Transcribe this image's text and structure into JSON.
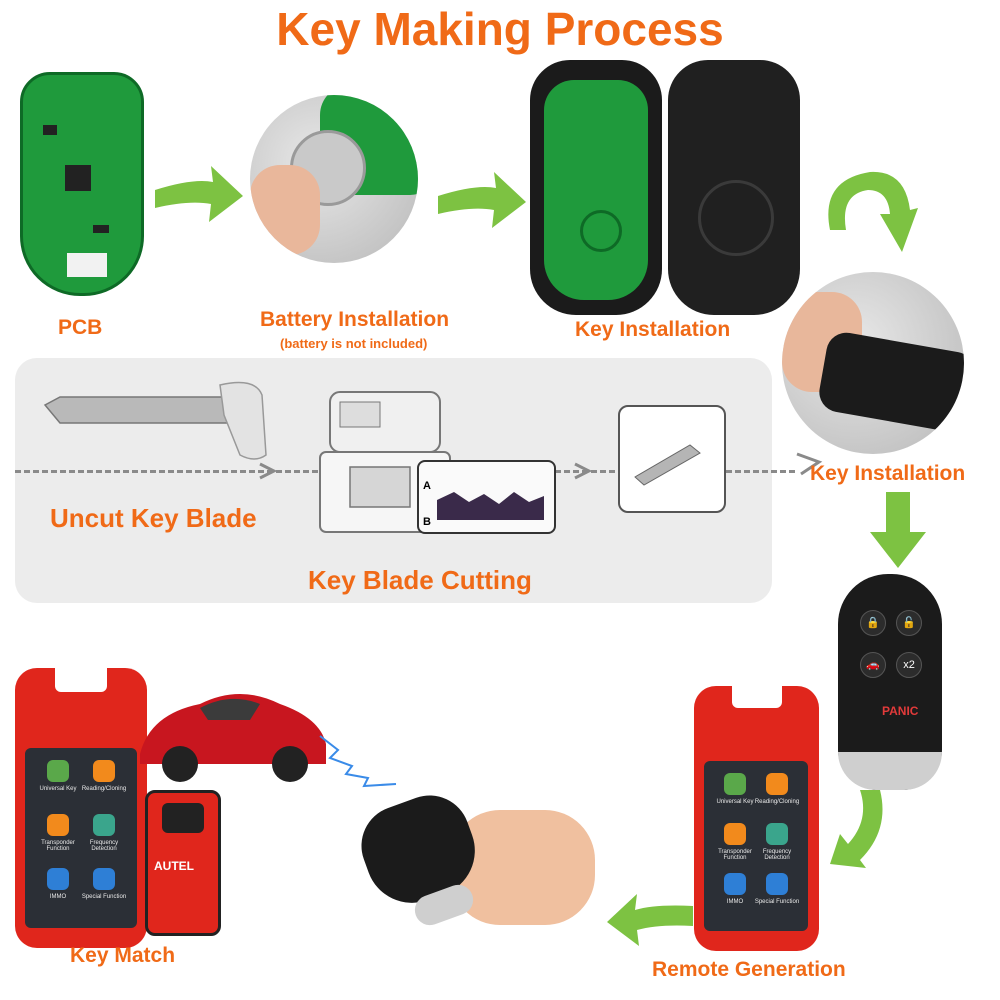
{
  "title": "Key Making Process",
  "labels": {
    "pcb": "PCB",
    "battery": "Battery Installation",
    "battery_note": "(battery is not included)",
    "key_install_1": "Key Installation",
    "key_install_2": "Key Installation",
    "uncut_blade": "Uncut Key Blade",
    "blade_cutting": "Key Blade Cutting",
    "key_match": "Key Match",
    "remote_generation": "Remote Generation"
  },
  "fob_panic": "PANIC",
  "fob_x2": "x2",
  "cutting_graph": {
    "a": "A",
    "b": "B"
  },
  "tablet_apps": [
    {
      "label": "Universal Key",
      "color": "#5aa84a"
    },
    {
      "label": "Reading/Cloning",
      "color": "#f28a1c"
    },
    {
      "label": "Transponder Function",
      "color": "#f28a1c"
    },
    {
      "label": "Frequency Detection",
      "color": "#3aa58c"
    },
    {
      "label": "IMMO",
      "color": "#2e7fd6"
    },
    {
      "label": "Special Function",
      "color": "#2e7fd6"
    }
  ],
  "vci_brand": "AUTEL",
  "colors": {
    "accent": "#f06a17",
    "arrow_green": "#7dc242",
    "tablet_red": "#e0261c"
  }
}
